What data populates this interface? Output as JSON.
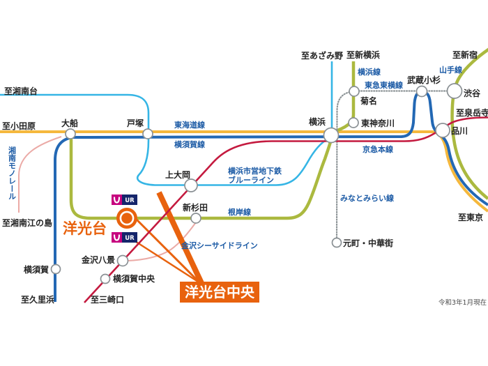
{
  "title": "railway-access-map",
  "note": "令和3年1月現在",
  "stations": {
    "shonandai": "至湘南台",
    "odawara": "至小田原",
    "ofuna": "大船",
    "totsuka": "戸塚",
    "yokohama": "横浜",
    "higashi_kanagawa": "東神奈川",
    "kikuna": "菊名",
    "azamino": "至あざみ野",
    "shin_yokohama": "至新横浜",
    "musashi_kosugi": "武蔵小杉",
    "shinjuku": "至新宿",
    "shibuya": "渋谷",
    "sengakuji": "至泉岳寺",
    "shinagawa": "品川",
    "kamiooka": "上大岡",
    "shin_sugita": "新杉田",
    "motomachi": "元町・中華街",
    "tokyo": "至東京",
    "shonan_enoshima": "至湘南江の島",
    "yokosuka": "横須賀",
    "kurihama": "至久里浜",
    "misakiguchi": "至三崎口",
    "kanazawa_hakkei": "金沢八景",
    "yokosuka_chuo": "横須賀中央",
    "yokodai": "洋光台",
    "yokodai_chuo": "洋光台中央"
  },
  "lines": {
    "tokaido": "東海道線",
    "yokosuka_line": "横須賀線",
    "shonan_monorail": "湘南モノレール",
    "yokohama_line": "横浜線",
    "toyoko": "東急東横線",
    "yamanote": "山手線",
    "keikyu": "京急本線",
    "subway1": "横浜市営地下鉄",
    "subway2": "ブルーライン",
    "minatomirai": "みなとみらい線",
    "negishi": "根岸線",
    "seaside": "金沢シーサイドライン"
  },
  "ur_logo": "UR",
  "colors": {
    "tokaido": "#f5b83d",
    "yokosuka": "#2368b4",
    "subway": "#35b5e5",
    "negishi": "#abb93f",
    "keikyu": "#c41a3f",
    "monorail": "#ebaaa6",
    "seaside": "#ebaaa6",
    "toyoko": "#8c9396",
    "highlight": "#e8620e",
    "line_label": "#1b5aa5",
    "ur_magenta": "#c6007e",
    "ur_navy": "#15256b"
  }
}
